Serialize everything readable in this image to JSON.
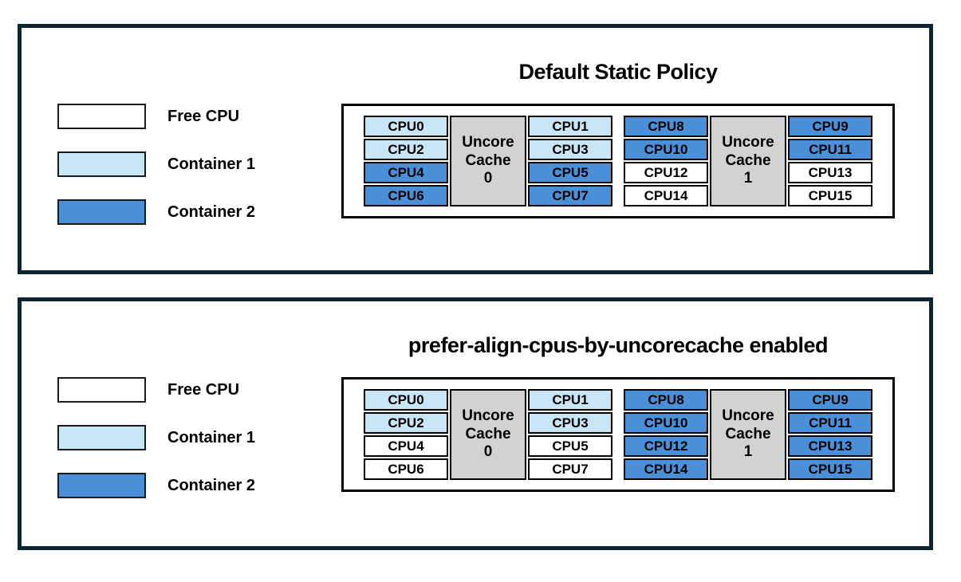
{
  "colors": {
    "free": "#ffffff",
    "container1": "#c9e6f7",
    "container2": "#4a90d9",
    "uncore_cache": "#d2d2d0",
    "panel_border": "#0d2433",
    "cell_border": "#000000"
  },
  "legend": {
    "items": [
      {
        "label": "Free CPU",
        "color_key": "free"
      },
      {
        "label": "Container 1",
        "color_key": "container1"
      },
      {
        "label": "Container 2",
        "color_key": "container2"
      }
    ]
  },
  "panels": [
    {
      "title": "Default Static Policy",
      "groups": [
        {
          "uncore_label_lines": [
            "Uncore",
            "Cache",
            "0"
          ],
          "left_cpus": [
            {
              "label": "CPU0",
              "state": "container1"
            },
            {
              "label": "CPU2",
              "state": "container1"
            },
            {
              "label": "CPU4",
              "state": "container2"
            },
            {
              "label": "CPU6",
              "state": "container2"
            }
          ],
          "right_cpus": [
            {
              "label": "CPU1",
              "state": "container1"
            },
            {
              "label": "CPU3",
              "state": "container1"
            },
            {
              "label": "CPU5",
              "state": "container2"
            },
            {
              "label": "CPU7",
              "state": "container2"
            }
          ]
        },
        {
          "uncore_label_lines": [
            "Uncore",
            "Cache",
            "1"
          ],
          "left_cpus": [
            {
              "label": "CPU8",
              "state": "container2"
            },
            {
              "label": "CPU10",
              "state": "container2"
            },
            {
              "label": "CPU12",
              "state": "free"
            },
            {
              "label": "CPU14",
              "state": "free"
            }
          ],
          "right_cpus": [
            {
              "label": "CPU9",
              "state": "container2"
            },
            {
              "label": "CPU11",
              "state": "container2"
            },
            {
              "label": "CPU13",
              "state": "free"
            },
            {
              "label": "CPU15",
              "state": "free"
            }
          ]
        }
      ]
    },
    {
      "title": "prefer-align-cpus-by-uncorecache enabled",
      "groups": [
        {
          "uncore_label_lines": [
            "Uncore",
            "Cache",
            "0"
          ],
          "left_cpus": [
            {
              "label": "CPU0",
              "state": "container1"
            },
            {
              "label": "CPU2",
              "state": "container1"
            },
            {
              "label": "CPU4",
              "state": "free"
            },
            {
              "label": "CPU6",
              "state": "free"
            }
          ],
          "right_cpus": [
            {
              "label": "CPU1",
              "state": "container1"
            },
            {
              "label": "CPU3",
              "state": "container1"
            },
            {
              "label": "CPU5",
              "state": "free"
            },
            {
              "label": "CPU7",
              "state": "free"
            }
          ]
        },
        {
          "uncore_label_lines": [
            "Uncore",
            "Cache",
            "1"
          ],
          "left_cpus": [
            {
              "label": "CPU8",
              "state": "container2"
            },
            {
              "label": "CPU10",
              "state": "container2"
            },
            {
              "label": "CPU12",
              "state": "container2"
            },
            {
              "label": "CPU14",
              "state": "container2"
            }
          ],
          "right_cpus": [
            {
              "label": "CPU9",
              "state": "container2"
            },
            {
              "label": "CPU11",
              "state": "container2"
            },
            {
              "label": "CPU13",
              "state": "container2"
            },
            {
              "label": "CPU15",
              "state": "container2"
            }
          ]
        }
      ]
    }
  ]
}
